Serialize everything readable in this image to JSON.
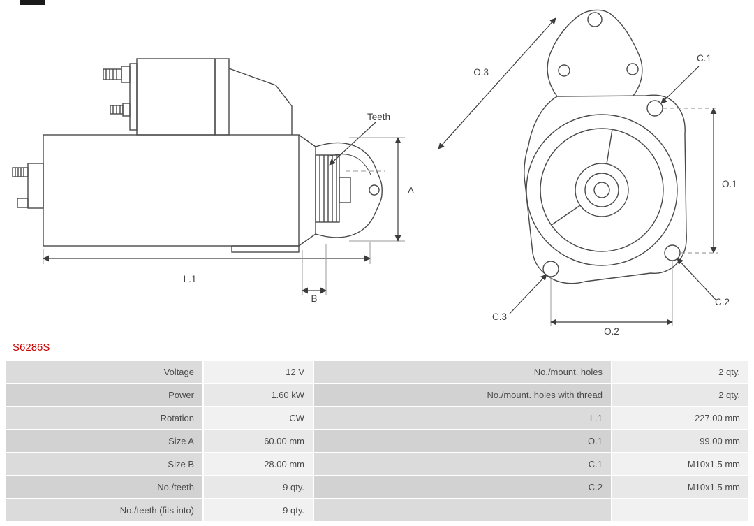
{
  "part_number": "S6286S",
  "diagram": {
    "labels": {
      "teeth": "Teeth",
      "a": "A",
      "b": "B",
      "l1": "L.1",
      "o1": "O.1",
      "o2": "O.2",
      "o3": "O.3",
      "c1": "C.1",
      "c2": "C.2",
      "c3": "C.3"
    }
  },
  "table": {
    "left": [
      {
        "label": "Voltage",
        "value": "12 V"
      },
      {
        "label": "Power",
        "value": "1.60 kW"
      },
      {
        "label": "Rotation",
        "value": "CW"
      },
      {
        "label": "Size A",
        "value": "60.00 mm"
      },
      {
        "label": "Size B",
        "value": "28.00 mm"
      },
      {
        "label": "No./teeth",
        "value": "9 qty."
      },
      {
        "label": "No./teeth (fits into)",
        "value": "9 qty."
      }
    ],
    "right": [
      {
        "label": "No./mount. holes",
        "value": "2 qty."
      },
      {
        "label": "No./mount. holes with thread",
        "value": "2 qty."
      },
      {
        "label": "L.1",
        "value": "227.00 mm"
      },
      {
        "label": "O.1",
        "value": "99.00 mm"
      },
      {
        "label": "C.1",
        "value": "M10x1.5 mm"
      },
      {
        "label": "C.2",
        "value": "M10x1.5 mm"
      },
      {
        "label": "",
        "value": ""
      }
    ]
  },
  "colors": {
    "part_number": "#cc0000",
    "label_cell": "#d5d5d5",
    "value_cell": "#eeeeee",
    "drawing_line": "#4a4a4a",
    "text": "#4a4a4a"
  }
}
